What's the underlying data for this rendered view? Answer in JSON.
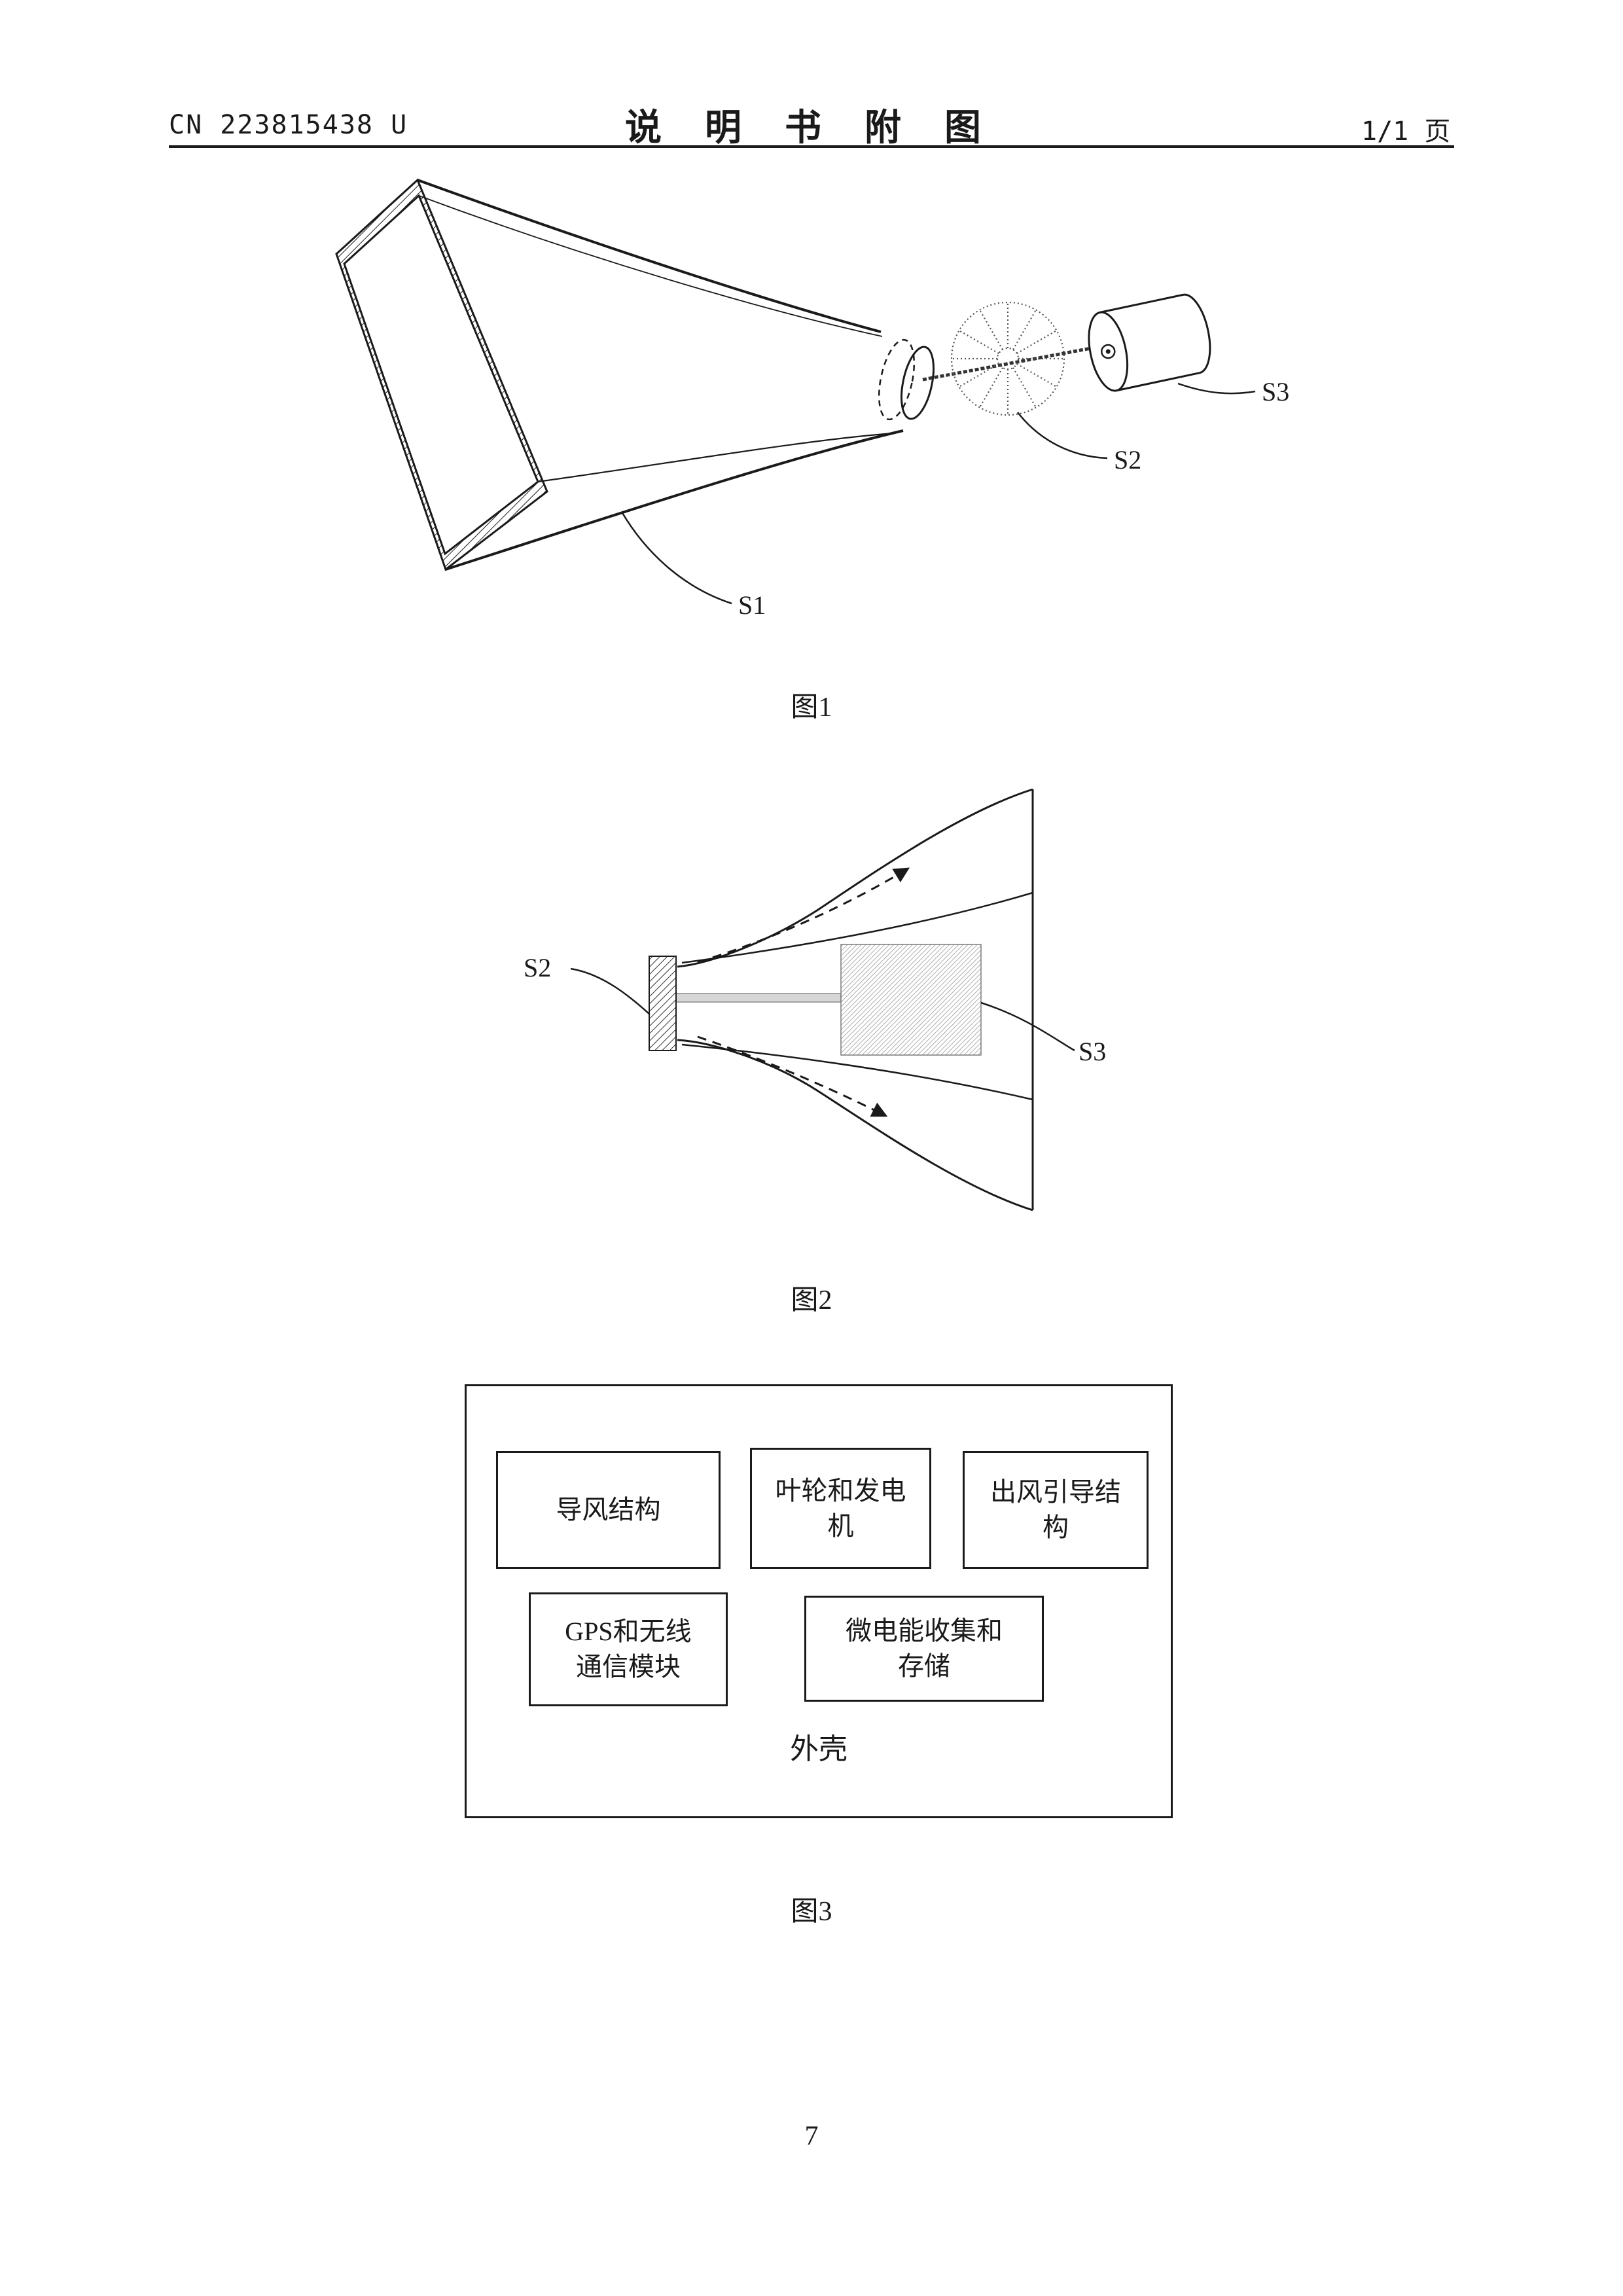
{
  "header": {
    "doc_number": "CN 223815438 U",
    "title": "说  明  书  附  图",
    "page_indicator": "1/1 页"
  },
  "figure1": {
    "caption": "图1",
    "labels": {
      "s1": "S1",
      "s2": "S2",
      "s3": "S3"
    }
  },
  "figure2": {
    "caption": "图2",
    "labels": {
      "s2": "S2",
      "s3": "S3"
    }
  },
  "figure3": {
    "caption": "图3",
    "housing_label": "外壳",
    "blocks": [
      {
        "label": "导风结构"
      },
      {
        "label": "叶轮和发电\n机"
      },
      {
        "label": "出风引导结\n构"
      },
      {
        "label": "GPS和无线\n通信模块"
      },
      {
        "label": "微电能收集和\n存储"
      }
    ]
  },
  "footer": {
    "page_number": "7"
  }
}
